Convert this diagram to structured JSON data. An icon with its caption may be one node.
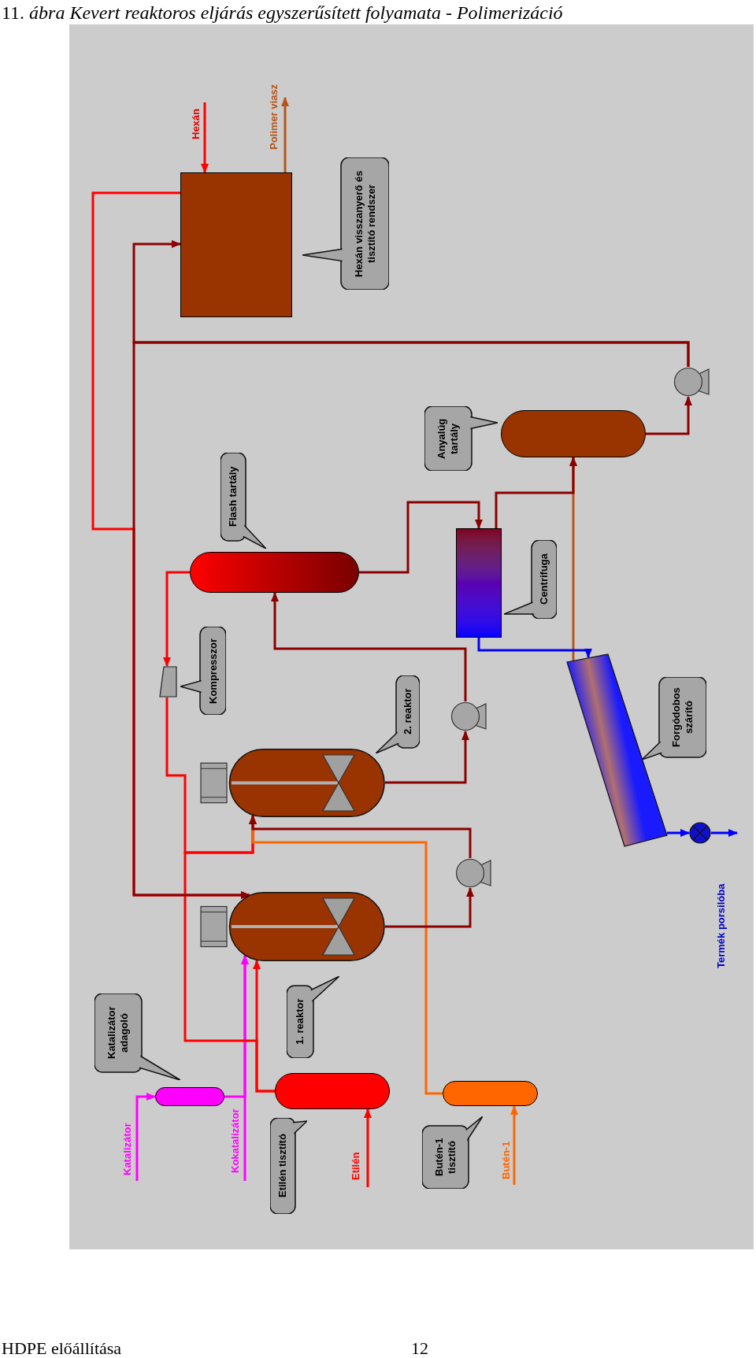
{
  "diagram": {
    "title": "11. *ábra Kevert reaktoros eljárás egyszerűsített folyamata - Polimerizáció*",
    "nodes": [
      {
        "text": [
          "Hexán"
        ]
      },
      {
        "text": [
          "Polimer viasz"
        ]
      },
      {
        "text": [],
        "shape": "box"
      },
      {
        "text": [
          "Hexán visszanyerő és tisztító rendszer"
        ]
      },
      {
        "text": [],
        "shape": "pump"
      },
      {
        "text": [
          "Anyalúg tartály"
        ]
      },
      {
        "text": [],
        "shape": "tank"
      },
      {
        "text": [
          "Flash tartály"
        ]
      },
      {
        "text": [],
        "shape": "tank"
      },
      {
        "text": [],
        "shape": "box"
      },
      {
        "text": [
          "Centrifuga"
        ]
      },
      {
        "text": [],
        "shape": "trapezoid"
      },
      {
        "text": [
          "Kompresszor"
        ]
      },
      {
        "text": [],
        "shape": "pump"
      },
      {
        "text": [],
        "shape": "vessel"
      },
      {
        "text": [
          "2. reaktor"
        ]
      },
      {
        "text": [],
        "shape": "drum"
      },
      {
        "text": [
          "Forgódobos szárító"
        ]
      },
      {
        "text": [],
        "shape": "valve"
      },
      {
        "text": [],
        "shape": "pump"
      },
      {
        "text": [],
        "shape": "vessel"
      },
      {
        "text": [
          "1. reaktor"
        ]
      },
      {
        "text": [
          "Katalizátor adagoló"
        ]
      },
      {
        "text": [],
        "shape": "tank"
      },
      {
        "text": [],
        "shape": "tank"
      },
      {
        "text": [],
        "shape": "tank"
      },
      {
        "text": [
          "Katalizátor"
        ]
      },
      {
        "text": [
          "Kokatalizátor"
        ]
      },
      {
        "text": [
          "Etilén tisztító"
        ]
      },
      {
        "text": [
          "Etilén"
        ]
      },
      {
        "text": [
          "Butén-1 tisztító"
        ]
      },
      {
        "text": [
          "Butén-1"
        ]
      }
    ],
    "edges": [
      {
        "from": 0,
        "to": 2,
        "arrow": "to",
        "color": "#ff0000"
      },
      {
        "from": 2,
        "to": 1,
        "arrow": "to",
        "color": "#b5541a"
      },
      {
        "from": 2,
        "to": 20,
        "arrow": "to",
        "color": "#ff0000"
      },
      {
        "from": 4,
        "to": 2,
        "arrow": "to"
      },
      {
        "from": 4,
        "to": 20,
        "arrow": "to"
      },
      {
        "from": 6,
        "to": 4,
        "arrow": "to"
      },
      {
        "from": 8,
        "to": 11,
        "arrow": "to",
        "color": "#ff0000"
      },
      {
        "from": 11,
        "to": 14,
        "arrow": "to",
        "color": "#ff0000"
      },
      {
        "from": 8,
        "to": 9,
        "arrow": "to"
      },
      {
        "from": 9,
        "to": 6,
        "arrow": "to"
      },
      {
        "from": 16,
        "to": 6,
        "arrow": "to",
        "color": "#b5541a"
      },
      {
        "from": 9,
        "to": 16,
        "arrow": "to",
        "color": "#0000ff"
      },
      {
        "from": 13,
        "to": 8,
        "arrow": "to"
      },
      {
        "from": 14,
        "to": 13,
        "arrow": "to"
      },
      {
        "from": 16,
        "to": 18,
        "arrow": "to",
        "color": "#0000ff"
      },
      {
        "from": 18,
        "to": null,
        "arrow": "to",
        "color": "#0000ff"
      },
      {
        "from": 19,
        "to": 14,
        "arrow": "to"
      },
      {
        "from": 20,
        "to": 19,
        "arrow": "to"
      },
      {
        "from": 23,
        "to": 20,
        "arrow": "to",
        "color": "#ff00ff"
      },
      {
        "from": 27,
        "to": 20,
        "arrow": "to",
        "color": "#ff00ff"
      },
      {
        "from": 26,
        "to": 23,
        "arrow": "to",
        "color": "#ff00ff"
      },
      {
        "from": 24,
        "to": 20,
        "arrow": "to",
        "color": "#ff0000"
      },
      {
        "from": 24,
        "to": 14,
        "arrow": "to",
        "color": "#ff0000"
      },
      {
        "from": 29,
        "to": 24,
        "arrow": "to",
        "color": "#ff0000"
      },
      {
        "from": 25,
        "to": 14,
        "arrow": "to",
        "color": "#ff6600"
      },
      {
        "from": 31,
        "to": 25,
        "arrow": "to",
        "color": "#ff6600"
      }
    ],
    "labels": [
      "Termék porsilóba",
      "HDPE előállítása",
      "12"
    ]
  }
}
